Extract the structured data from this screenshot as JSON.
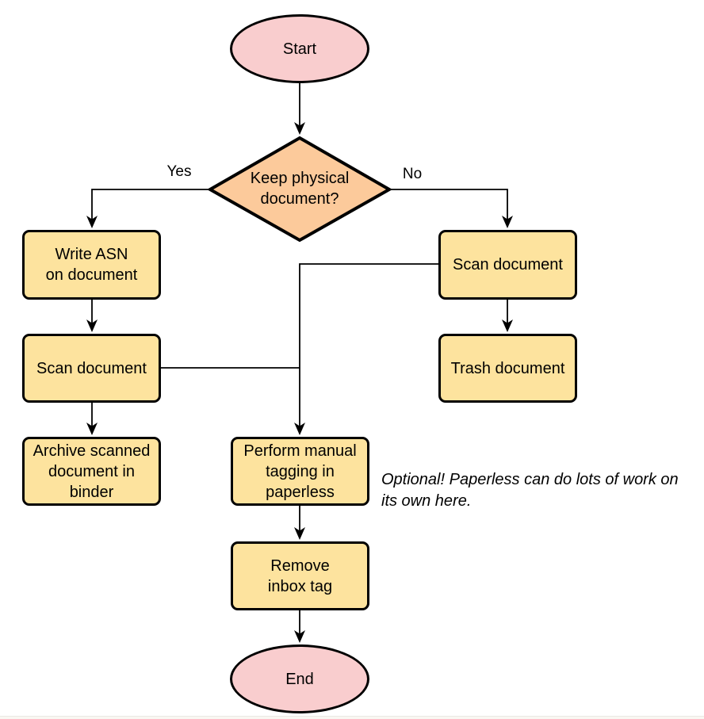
{
  "diagram": {
    "colors": {
      "terminal_fill": "#f9cdce",
      "decision_fill": "#fcca9b",
      "process_fill": "#fde39e",
      "stroke": "#000000",
      "background": "#ffffff"
    },
    "nodes": {
      "start": {
        "label": "Start",
        "type": "terminal"
      },
      "decision": {
        "label": "Keep physical\ndocument?",
        "type": "decision"
      },
      "write_asn": {
        "label": "Write ASN\non document",
        "type": "process"
      },
      "scan_left": {
        "label": "Scan document",
        "type": "process"
      },
      "archive": {
        "label": "Archive scanned\ndocument in\nbinder",
        "type": "process"
      },
      "scan_right": {
        "label": "Scan document",
        "type": "process"
      },
      "trash": {
        "label": "Trash document",
        "type": "process"
      },
      "tagging": {
        "label": "Perform manual\ntagging in\npaperless",
        "type": "process"
      },
      "remove_inbox": {
        "label": "Remove\ninbox tag",
        "type": "process"
      },
      "end": {
        "label": "End",
        "type": "terminal"
      }
    },
    "edge_labels": {
      "yes": "Yes",
      "no": "No"
    },
    "annotation": "Optional! Paperless can do lots of work on\nits own here."
  }
}
